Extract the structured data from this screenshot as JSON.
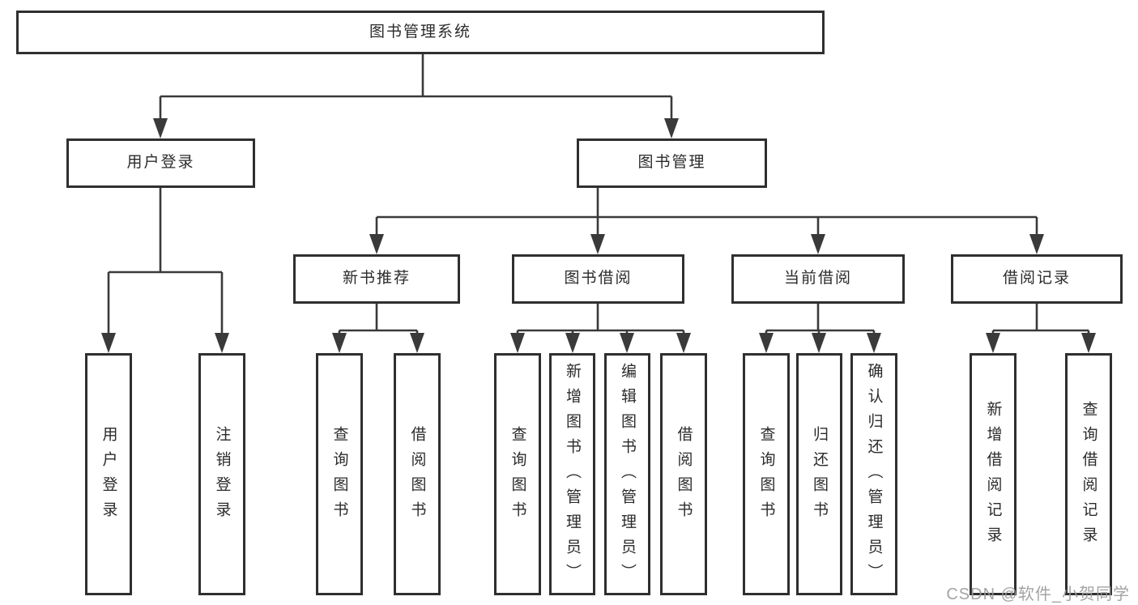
{
  "diagram": {
    "root": {
      "label": "图书管理系统"
    },
    "level2": {
      "user_login": {
        "label": "用户登录"
      },
      "book_mgmt": {
        "label": "图书管理"
      }
    },
    "level3": {
      "new_book_rec": {
        "label": "新书推荐"
      },
      "book_borrow": {
        "label": "图书借阅"
      },
      "current_borrow": {
        "label": "当前借阅"
      },
      "borrow_records": {
        "label": "借阅记录"
      }
    },
    "leaves": {
      "user_login": {
        "label": "用户登录"
      },
      "logout": {
        "label": "注销登录"
      },
      "rec_query_book": {
        "label": "查询图书"
      },
      "rec_borrow_book": {
        "label": "借阅图书"
      },
      "bb_query_book": {
        "label": "查询图书"
      },
      "bb_add_book": {
        "label": "新增图书（管理员）"
      },
      "bb_edit_book": {
        "label": "编辑图书（管理员）"
      },
      "bb_borrow_book": {
        "label": "借阅图书"
      },
      "cb_query_book": {
        "label": "查询图书"
      },
      "cb_return_book": {
        "label": "归还图书"
      },
      "cb_confirm_return": {
        "label": "确认归还（管理员）"
      },
      "br_add_record": {
        "label": "新增借阅记录"
      },
      "br_query_record": {
        "label": "查询借阅记录"
      }
    }
  },
  "watermark": {
    "text": "CSDN @软件_小贺同学"
  },
  "colors": {
    "border": "#2f2f2f",
    "line": "#3a3a3a",
    "text": "#2b2b2b",
    "watermark": "#9b9b9b",
    "background": "#ffffff"
  }
}
